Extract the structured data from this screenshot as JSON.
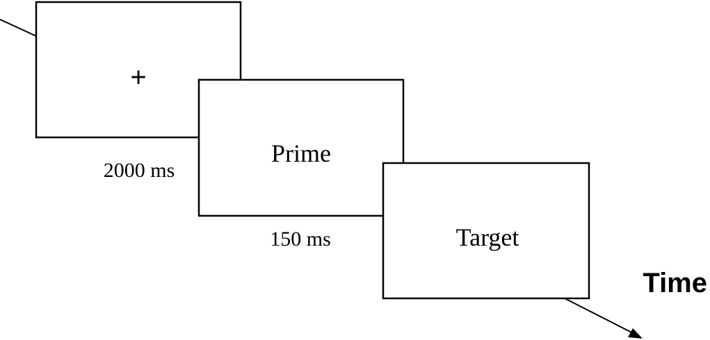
{
  "frames": [
    {
      "id": "fixation",
      "content": "+",
      "duration": "2000 ms"
    },
    {
      "id": "prime",
      "content": "Prime",
      "duration": "150 ms"
    },
    {
      "id": "target",
      "content": "Target"
    }
  ],
  "axis": {
    "label": "Time"
  },
  "colors": {
    "stroke": "#000000",
    "background": "#ffffff"
  }
}
